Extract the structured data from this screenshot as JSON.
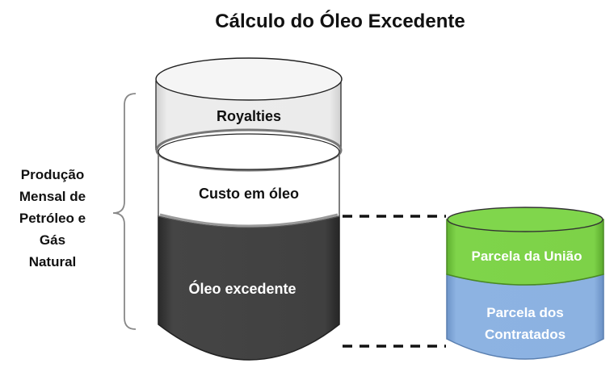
{
  "title": "Cálculo do Óleo Excedente",
  "left_label": [
    "Produção",
    "Mensal de",
    "Petróleo e",
    "Gás",
    "Natural"
  ],
  "big_cylinder": {
    "segments": [
      {
        "label": "Royalties",
        "color": "#e6e6e6",
        "text_color": "#111111"
      },
      {
        "label": "Custo em óleo",
        "color": "#ffffff",
        "text_color": "#111111"
      },
      {
        "label": "Óleo excedente",
        "color": "#404040",
        "text_color": "#ffffff"
      }
    ]
  },
  "small_cylinder": {
    "segments": [
      {
        "label": [
          "Parcela da União"
        ],
        "color": "#7fd44a",
        "text_color": "#ffffff"
      },
      {
        "label": [
          "Parcela dos",
          "Contratados"
        ],
        "color": "#8db3e2",
        "text_color": "#ffffff"
      }
    ]
  },
  "colors": {
    "outline": "#333333",
    "dashes": "#111111",
    "brace": "#888888"
  }
}
